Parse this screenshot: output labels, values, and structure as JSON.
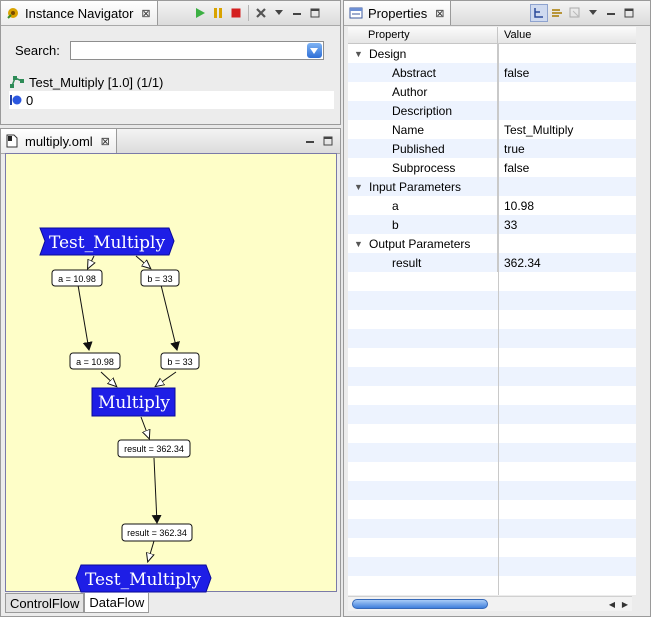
{
  "navigator": {
    "tab_title": "Instance Navigator",
    "search_label": "Search:",
    "search_value": "",
    "tree": [
      {
        "label": "Test_Multiply [1.0] (1/1)"
      },
      {
        "label": "0"
      }
    ]
  },
  "editor": {
    "tab_title": "multiply.oml",
    "bottom_tabs": [
      "ControlFlow",
      "DataFlow"
    ],
    "active_bottom_tab": "DataFlow",
    "diagram": {
      "top_node": "Test_Multiply",
      "mid_node": "Multiply",
      "bottom_node": "Test_Multiply",
      "box_a1": "a = 10.98",
      "box_b1": "b = 33",
      "box_a2": "a = 10.98",
      "box_b2": "b = 33",
      "box_r1": "result = 362.34",
      "box_r2": "result = 362.34"
    }
  },
  "properties": {
    "tab_title": "Properties",
    "columns": [
      "Property",
      "Value"
    ],
    "rows": [
      {
        "key": "Design",
        "value": "",
        "level": 0,
        "group": true
      },
      {
        "key": "Abstract",
        "value": "false",
        "level": 1
      },
      {
        "key": "Author",
        "value": "",
        "level": 1
      },
      {
        "key": "Description",
        "value": "",
        "level": 1
      },
      {
        "key": "Name",
        "value": "Test_Multiply",
        "level": 1
      },
      {
        "key": "Published",
        "value": "true",
        "level": 1
      },
      {
        "key": "Subprocess",
        "value": "false",
        "level": 1
      },
      {
        "key": "Input Parameters",
        "value": "",
        "level": 0,
        "group": true
      },
      {
        "key": "a",
        "value": "10.98",
        "level": 1
      },
      {
        "key": "b",
        "value": "33",
        "level": 1
      },
      {
        "key": "Output Parameters",
        "value": "",
        "level": 0,
        "group": true
      },
      {
        "key": "result",
        "value": "362.34",
        "level": 1
      }
    ]
  },
  "colors": {
    "canvas_bg": "#fefec8",
    "node_blue": "#1e1ee6",
    "selection_blue": "#3f7fdc"
  }
}
